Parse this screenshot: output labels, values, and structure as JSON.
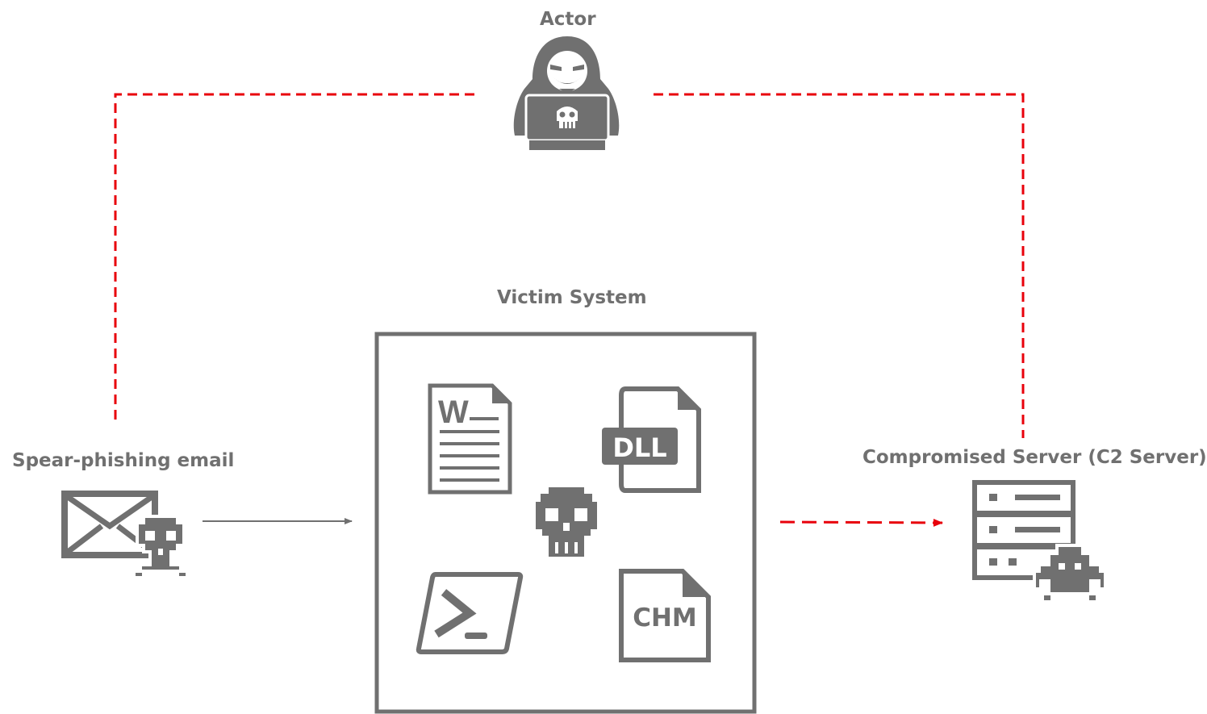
{
  "nodes": {
    "actor": {
      "label": "Actor",
      "icon": "hacker-icon"
    },
    "email": {
      "label": "Spear-phishing email",
      "icon": "malicious-email-icon"
    },
    "victim": {
      "label": "Victim System",
      "files": [
        {
          "name": "word-document",
          "text": "W"
        },
        {
          "name": "dll-file",
          "text": "DLL"
        },
        {
          "name": "powershell",
          "text": ""
        },
        {
          "name": "chm-file",
          "text": "CHM"
        }
      ]
    },
    "server": {
      "label": "Compromised Server (C2 Server)",
      "icon": "infected-server-icon"
    }
  },
  "colors": {
    "gray": "#707070",
    "red": "#e8000b",
    "white": "#ffffff"
  }
}
